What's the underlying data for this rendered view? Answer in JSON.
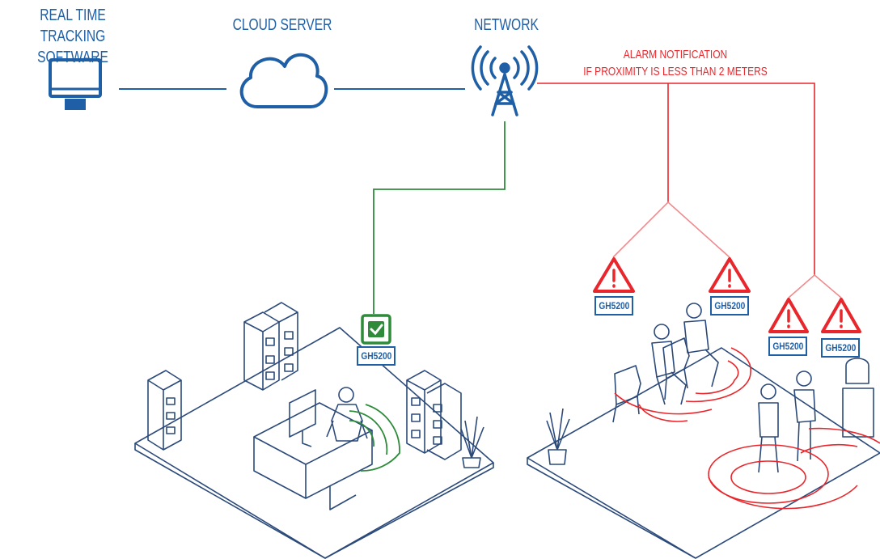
{
  "labels": {
    "software_line1": "REAL TIME TRACKING",
    "software_line2": "SOFTWARE",
    "cloud": "CLOUD SERVER",
    "network": "NETWORK",
    "alarm_line1": "ALARM NOTIFICATION",
    "alarm_line2": "IF PROXIMITY IS LESS THAN 2 METERS"
  },
  "devices": {
    "ok_tag": "GH5200",
    "alarm_tag_1": "GH5200",
    "alarm_tag_2": "GH5200",
    "alarm_tag_3": "GH5200",
    "alarm_tag_4": "GH5200"
  },
  "colors": {
    "blue": "#1f5fa6",
    "red": "#e8262b",
    "green": "#2e8b3a",
    "outline": "#2b4a7a"
  },
  "icons": [
    "monitor-icon",
    "cloud-icon",
    "antenna-icon",
    "check-icon",
    "warning-icon"
  ]
}
